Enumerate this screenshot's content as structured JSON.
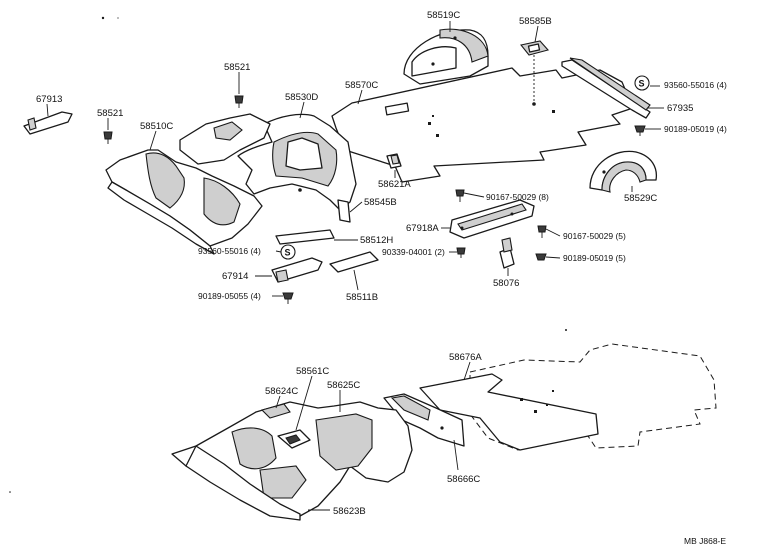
{
  "labels": {
    "p58519C": "58519C",
    "p58585B": "58585B",
    "p58521a": "58521",
    "p58530D": "58530D",
    "p58570C": "58570C",
    "p93560_55016_top": "93560-55016 (4)",
    "p67913": "67913",
    "p58521b": "58521",
    "p58510C": "58510C",
    "p67935": "67935",
    "p90189_05019_top": "90189-05019 (4)",
    "p58621A": "58621A",
    "p58529C": "58529C",
    "p90167_50029_8": "90167-50029 (8)",
    "p58545B": "58545B",
    "p67918A": "67918A",
    "p58512H": "58512H",
    "p90167_50029_5": "90167-50029 (5)",
    "p93560_55016_left": "93560-55016 (4)",
    "p90339_04001": "90339-04001 (2)",
    "p90189_05019_5": "90189-05019 (5)",
    "p67914": "67914",
    "p58076": "58076",
    "p90189_05055": "90189-05055 (4)",
    "p58511B": "58511B",
    "p58676A": "58676A",
    "p58561C": "58561C",
    "p58624C": "58624C",
    "p58625C": "58625C",
    "p58666C": "58666C",
    "p58623B": "58623B",
    "code": "MB  J868-E",
    "s_mark": "S"
  }
}
